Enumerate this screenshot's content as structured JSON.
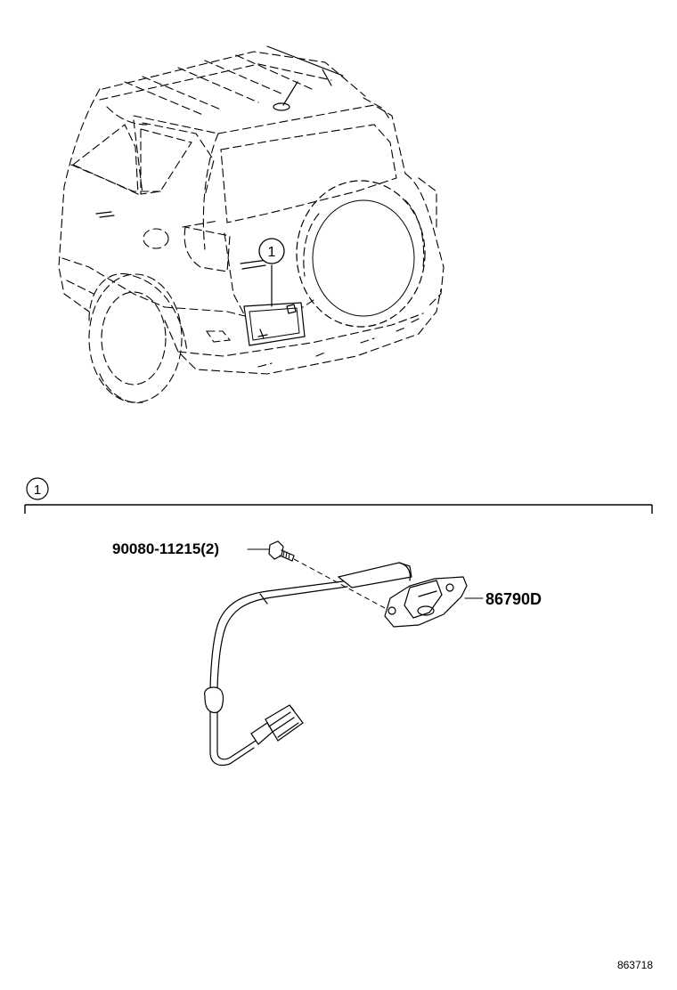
{
  "callouts": {
    "overview_marker": "1",
    "section_marker": "1"
  },
  "parts": {
    "bolt_label": "90080-11215(2)",
    "camera_label": "86790D"
  },
  "footer": {
    "illustration_code": "863718"
  }
}
